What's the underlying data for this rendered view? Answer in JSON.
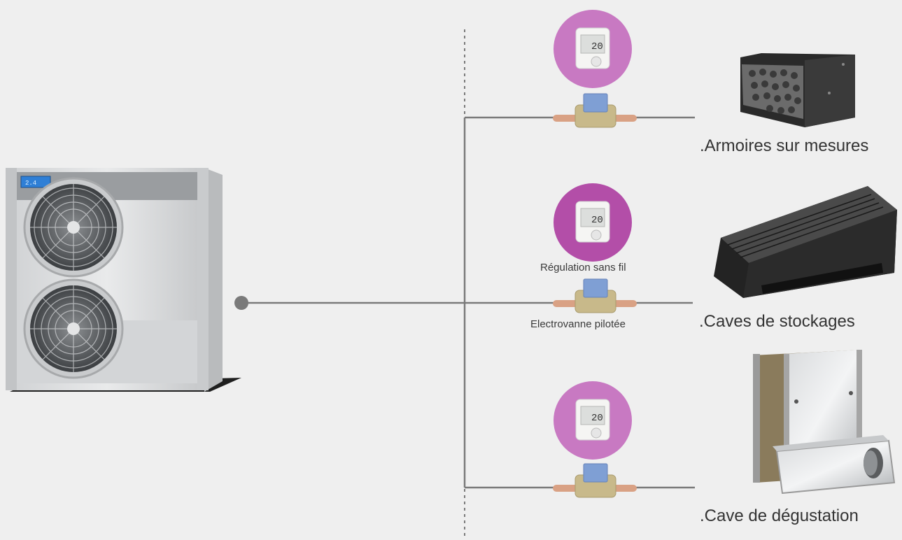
{
  "diagram": {
    "labels": {
      "regulation": "Régulation sans fil",
      "valve": "Electrovanne pilotée"
    },
    "destinations": [
      {
        "label": ".Armoires sur mesures",
        "icon": "cabinet-unit-icon"
      },
      {
        "label": ".Caves de stockages",
        "icon": "ceiling-unit-icon"
      },
      {
        "label": ".Cave de dégustation",
        "icon": "air-handler-icon"
      }
    ],
    "heat_pump": {
      "display": "2.4"
    },
    "thermostat_display": "20",
    "colors": {
      "background": "#efefef",
      "pipe": "#7a7a7a",
      "thermostat_circle_light": "#c879c2",
      "thermostat_circle_dark": "#b34ea8",
      "valve_body": "#c8b98a",
      "valve_actuator": "#7f9fd4",
      "valve_pipe": "#d9a184"
    }
  }
}
